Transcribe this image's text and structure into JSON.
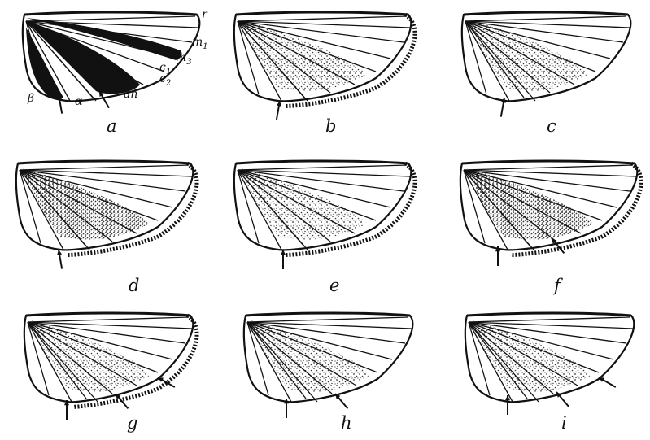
{
  "panels": [
    {
      "id": "a",
      "label": "a",
      "arrows": 2
    },
    {
      "id": "b",
      "label": "b",
      "arrows": 1
    },
    {
      "id": "c",
      "label": "c",
      "arrows": 1
    },
    {
      "id": "d",
      "label": "d",
      "arrows": 1
    },
    {
      "id": "e",
      "label": "e",
      "arrows": 1
    },
    {
      "id": "f",
      "label": "f",
      "arrows": 2
    },
    {
      "id": "g",
      "label": "g",
      "arrows": 3
    },
    {
      "id": "h",
      "label": "h",
      "arrows": 2
    },
    {
      "id": "i",
      "label": "i",
      "arrows": 3
    }
  ],
  "vein_labels": {
    "r": "r",
    "m1": "m",
    "m1_sub": "1",
    "m3": "m",
    "m3_sub": "3",
    "c1": "c",
    "c1_sub": "1",
    "c2": "c",
    "c2_sub": "2",
    "an": "an",
    "beta": "β",
    "alpha": "α"
  },
  "colors": {
    "ink": "#111111",
    "paper": "#ffffff"
  }
}
